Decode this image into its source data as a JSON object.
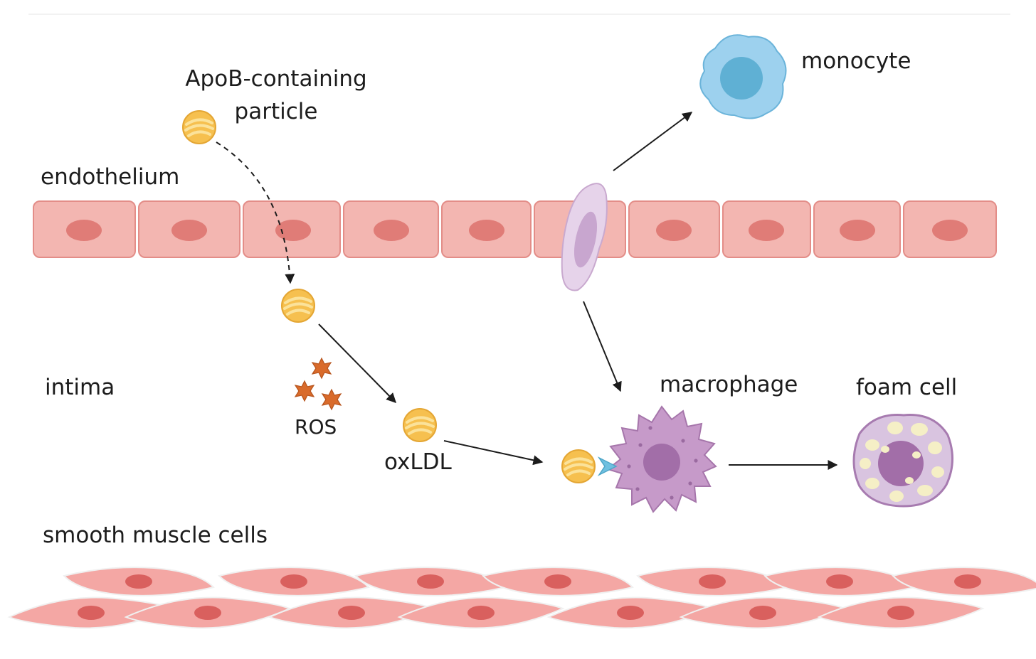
{
  "labels": {
    "apob_line1": "ApoB-containing",
    "apob_line2": "particle",
    "endothelium": "endothelium",
    "monocyte": "monocyte",
    "intima": "intima",
    "ros": "ROS",
    "oxldl": "oxLDL",
    "macrophage": "macrophage",
    "foam_cell": "foam cell",
    "smooth_muscle": "smooth muscle cells"
  },
  "colors": {
    "endothelial_fill": "#f3b6b1",
    "endothelial_border": "#e38d88",
    "endothelial_nucleus": "#e07c77",
    "particle_fill": "#f6c04f",
    "particle_stripe": "#fbe29a",
    "ros": "#d96b2b",
    "monocyte_fill": "#9dd1ee",
    "monocyte_nucleus": "#5fb0d4",
    "transmigrating_cell": "#e6d3ea",
    "macrophage_fill": "#c69ac9",
    "macrophage_nucleus": "#a26ea8",
    "receptor": "#6fc0e0",
    "foam_fill": "#d9c4e0",
    "foam_droplet": "#f5efc6",
    "smc_fill": "#f4a7a4",
    "smc_nucleus": "#d9605e"
  }
}
